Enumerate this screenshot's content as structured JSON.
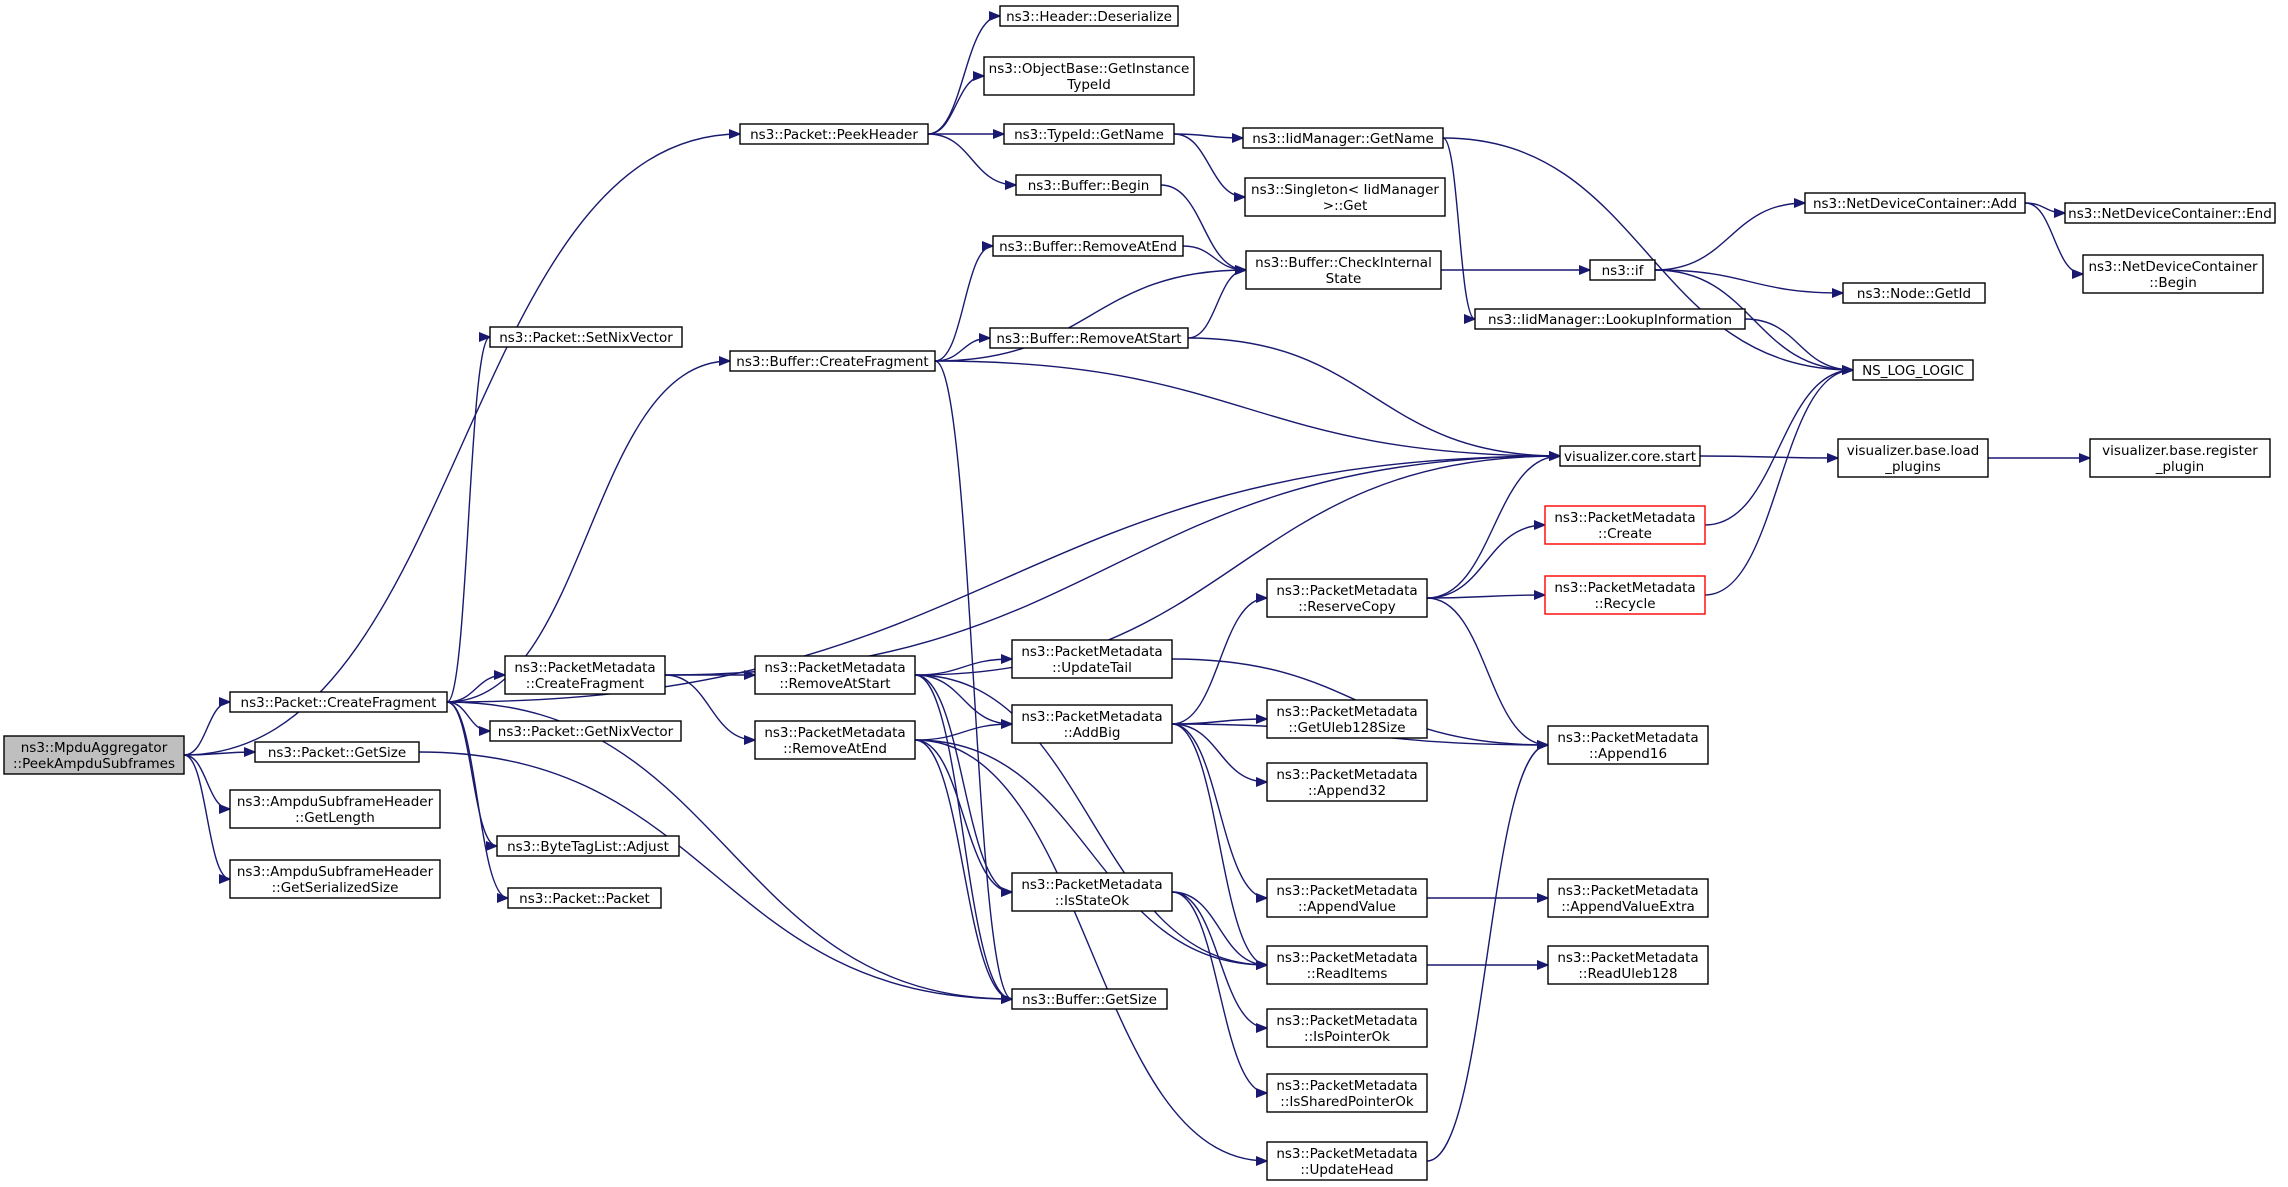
{
  "colors": {
    "edge": "#191970",
    "node_border": "#000000",
    "root_fill": "#bfbfbf",
    "incomplete_border": "#ff0000"
  },
  "nodes": [
    {
      "id": "mpdu",
      "lines": [
        "ns3::MpduAggregator",
        "::PeekAmpduSubframes"
      ],
      "root": true
    },
    {
      "id": "pkt_createfrag",
      "lines": [
        "ns3::Packet::CreateFragment"
      ]
    },
    {
      "id": "pkt_getsize",
      "lines": [
        "ns3::Packet::GetSize"
      ]
    },
    {
      "id": "ampdu_getlength",
      "lines": [
        "ns3::AmpduSubframeHeader",
        "::GetLength"
      ]
    },
    {
      "id": "ampdu_serial",
      "lines": [
        "ns3::AmpduSubframeHeader",
        "::GetSerializedSize"
      ]
    },
    {
      "id": "pkt_peekheader",
      "lines": [
        "ns3::Packet::PeekHeader"
      ]
    },
    {
      "id": "pkt_setnix",
      "lines": [
        "ns3::Packet::SetNixVector"
      ]
    },
    {
      "id": "buf_createfrag",
      "lines": [
        "ns3::Buffer::CreateFragment"
      ]
    },
    {
      "id": "pm_createfrag",
      "lines": [
        "ns3::PacketMetadata",
        "::CreateFragment"
      ]
    },
    {
      "id": "pkt_getnix",
      "lines": [
        "ns3::Packet::GetNixVector"
      ]
    },
    {
      "id": "btl_adjust",
      "lines": [
        "ns3::ByteTagList::Adjust"
      ]
    },
    {
      "id": "pkt_packet",
      "lines": [
        "ns3::Packet::Packet"
      ]
    },
    {
      "id": "hdr_deser",
      "lines": [
        "ns3::Header::Deserialize"
      ]
    },
    {
      "id": "ob_getinst",
      "lines": [
        "ns3::ObjectBase::GetInstance",
        "TypeId"
      ]
    },
    {
      "id": "typeid_getname",
      "lines": [
        "ns3::TypeId::GetName"
      ]
    },
    {
      "id": "buf_begin",
      "lines": [
        "ns3::Buffer::Begin"
      ]
    },
    {
      "id": "buf_rmend",
      "lines": [
        "ns3::Buffer::RemoveAtEnd"
      ]
    },
    {
      "id": "buf_rmstart",
      "lines": [
        "ns3::Buffer::RemoveAtStart"
      ]
    },
    {
      "id": "pm_rmstart",
      "lines": [
        "ns3::PacketMetadata",
        "::RemoveAtStart"
      ]
    },
    {
      "id": "pm_rmend",
      "lines": [
        "ns3::PacketMetadata",
        "::RemoveAtEnd"
      ]
    },
    {
      "id": "pm_updtail",
      "lines": [
        "ns3::PacketMetadata",
        "::UpdateTail"
      ]
    },
    {
      "id": "pm_addbig",
      "lines": [
        "ns3::PacketMetadata",
        "::AddBig"
      ]
    },
    {
      "id": "pm_isstateok",
      "lines": [
        "ns3::PacketMetadata",
        "::IsStateOk"
      ]
    },
    {
      "id": "buf_getsize",
      "lines": [
        "ns3::Buffer::GetSize"
      ]
    },
    {
      "id": "iid_getname",
      "lines": [
        "ns3::IidManager::GetName"
      ]
    },
    {
      "id": "singleton_get",
      "lines": [
        "ns3::Singleton< IidManager",
        ">::Get"
      ]
    },
    {
      "id": "buf_checkint",
      "lines": [
        "ns3::Buffer::CheckInternal",
        "State"
      ]
    },
    {
      "id": "pm_reservecopy",
      "lines": [
        "ns3::PacketMetadata",
        "::ReserveCopy"
      ]
    },
    {
      "id": "pm_getuleb",
      "lines": [
        "ns3::PacketMetadata",
        "::GetUleb128Size"
      ]
    },
    {
      "id": "pm_append32",
      "lines": [
        "ns3::PacketMetadata",
        "::Append32"
      ]
    },
    {
      "id": "pm_appendvalue",
      "lines": [
        "ns3::PacketMetadata",
        "::AppendValue"
      ]
    },
    {
      "id": "pm_readitems",
      "lines": [
        "ns3::PacketMetadata",
        "::ReadItems"
      ]
    },
    {
      "id": "pm_ispointerok",
      "lines": [
        "ns3::PacketMetadata",
        "::IsPointerOk"
      ]
    },
    {
      "id": "pm_issharedok",
      "lines": [
        "ns3::PacketMetadata",
        "::IsSharedPointerOk"
      ]
    },
    {
      "id": "pm_updhead",
      "lines": [
        "ns3::PacketMetadata",
        "::UpdateHead"
      ]
    },
    {
      "id": "ns3_if",
      "lines": [
        "ns3::if"
      ]
    },
    {
      "id": "iid_lookup",
      "lines": [
        "ns3::IidManager::LookupInformation"
      ]
    },
    {
      "id": "vis_start",
      "lines": [
        "visualizer.core.start"
      ]
    },
    {
      "id": "pm_create",
      "lines": [
        "ns3::PacketMetadata",
        "::Create"
      ],
      "incomplete": true
    },
    {
      "id": "pm_recycle",
      "lines": [
        "ns3::PacketMetadata",
        "::Recycle"
      ],
      "incomplete": true
    },
    {
      "id": "pm_append16",
      "lines": [
        "ns3::PacketMetadata",
        "::Append16"
      ]
    },
    {
      "id": "pm_appendvalex",
      "lines": [
        "ns3::PacketMetadata",
        "::AppendValueExtra"
      ]
    },
    {
      "id": "pm_readuleb",
      "lines": [
        "ns3::PacketMetadata",
        "::ReadUleb128"
      ]
    },
    {
      "id": "ndc_add",
      "lines": [
        "ns3::NetDeviceContainer::Add"
      ]
    },
    {
      "id": "node_getid",
      "lines": [
        "ns3::Node::GetId"
      ]
    },
    {
      "id": "ns_log_logic",
      "lines": [
        "NS_LOG_LOGIC"
      ]
    },
    {
      "id": "vis_loadplugins",
      "lines": [
        "visualizer.base.load",
        "_plugins"
      ]
    },
    {
      "id": "ndc_end",
      "lines": [
        "ns3::NetDeviceContainer::End"
      ]
    },
    {
      "id": "ndc_begin",
      "lines": [
        "ns3::NetDeviceContainer",
        "::Begin"
      ]
    },
    {
      "id": "vis_register",
      "lines": [
        "visualizer.base.register",
        "_plugin"
      ]
    }
  ],
  "edges": [
    [
      "mpdu",
      "pkt_peekheader"
    ],
    [
      "mpdu",
      "pkt_createfrag"
    ],
    [
      "mpdu",
      "pkt_getsize"
    ],
    [
      "mpdu",
      "ampdu_getlength"
    ],
    [
      "mpdu",
      "ampdu_serial"
    ],
    [
      "pkt_peekheader",
      "hdr_deser"
    ],
    [
      "pkt_peekheader",
      "ob_getinst"
    ],
    [
      "pkt_peekheader",
      "typeid_getname"
    ],
    [
      "pkt_peekheader",
      "buf_begin"
    ],
    [
      "typeid_getname",
      "iid_getname"
    ],
    [
      "typeid_getname",
      "singleton_get"
    ],
    [
      "iid_getname",
      "iid_lookup"
    ],
    [
      "iid_getname",
      "ns_log_logic"
    ],
    [
      "buf_begin",
      "buf_checkint"
    ],
    [
      "buf_checkint",
      "ns3_if"
    ],
    [
      "ns3_if",
      "ndc_add"
    ],
    [
      "ns3_if",
      "node_getid"
    ],
    [
      "ns3_if",
      "ns_log_logic"
    ],
    [
      "ndc_add",
      "ndc_end"
    ],
    [
      "ndc_add",
      "ndc_begin"
    ],
    [
      "iid_lookup",
      "ns_log_logic"
    ],
    [
      "pkt_createfrag",
      "pkt_setnix"
    ],
    [
      "pkt_createfrag",
      "buf_createfrag"
    ],
    [
      "pkt_createfrag",
      "vis_start"
    ],
    [
      "pkt_createfrag",
      "pm_createfrag"
    ],
    [
      "pkt_createfrag",
      "pkt_getnix"
    ],
    [
      "pkt_createfrag",
      "btl_adjust"
    ],
    [
      "pkt_createfrag",
      "pkt_packet"
    ],
    [
      "pkt_createfrag",
      "buf_getsize"
    ],
    [
      "buf_createfrag",
      "buf_checkint"
    ],
    [
      "buf_createfrag",
      "buf_rmend"
    ],
    [
      "buf_createfrag",
      "buf_rmstart"
    ],
    [
      "buf_createfrag",
      "vis_start"
    ],
    [
      "buf_createfrag",
      "buf_getsize"
    ],
    [
      "buf_rmend",
      "buf_checkint"
    ],
    [
      "buf_rmstart",
      "buf_checkint"
    ],
    [
      "buf_rmstart",
      "vis_start"
    ],
    [
      "vis_start",
      "vis_loadplugins"
    ],
    [
      "vis_loadplugins",
      "vis_register"
    ],
    [
      "pm_createfrag",
      "vis_start"
    ],
    [
      "pm_createfrag",
      "pm_rmstart"
    ],
    [
      "pm_createfrag",
      "pm_rmend"
    ],
    [
      "pm_rmstart",
      "vis_start"
    ],
    [
      "pm_rmstart",
      "pm_updtail"
    ],
    [
      "pm_rmstart",
      "pm_addbig"
    ],
    [
      "pm_rmstart",
      "pm_isstateok"
    ],
    [
      "pm_rmstart",
      "pm_readitems"
    ],
    [
      "pm_rmstart",
      "buf_getsize"
    ],
    [
      "pm_rmend",
      "pm_addbig"
    ],
    [
      "pm_rmend",
      "pm_isstateok"
    ],
    [
      "pm_rmend",
      "pm_readitems"
    ],
    [
      "pm_rmend",
      "buf_getsize"
    ],
    [
      "pm_rmend",
      "pm_updhead"
    ],
    [
      "pm_updtail",
      "pm_append16"
    ],
    [
      "pm_addbig",
      "pm_reservecopy"
    ],
    [
      "pm_addbig",
      "pm_getuleb"
    ],
    [
      "pm_addbig",
      "pm_append32"
    ],
    [
      "pm_addbig",
      "pm_append16"
    ],
    [
      "pm_addbig",
      "pm_appendvalue"
    ],
    [
      "pm_addbig",
      "pm_readitems"
    ],
    [
      "pm_reservecopy",
      "vis_start"
    ],
    [
      "pm_reservecopy",
      "pm_create"
    ],
    [
      "pm_reservecopy",
      "pm_recycle"
    ],
    [
      "pm_reservecopy",
      "pm_append16"
    ],
    [
      "pm_create",
      "ns_log_logic"
    ],
    [
      "pm_recycle",
      "ns_log_logic"
    ],
    [
      "pm_appendvalue",
      "pm_appendvalex"
    ],
    [
      "pm_readitems",
      "pm_readuleb"
    ],
    [
      "pm_isstateok",
      "pm_readitems"
    ],
    [
      "pm_isstateok",
      "pm_ispointerok"
    ],
    [
      "pm_isstateok",
      "pm_issharedok"
    ],
    [
      "pm_updhead",
      "pm_append16"
    ],
    [
      "pkt_getsize",
      "buf_getsize"
    ]
  ]
}
